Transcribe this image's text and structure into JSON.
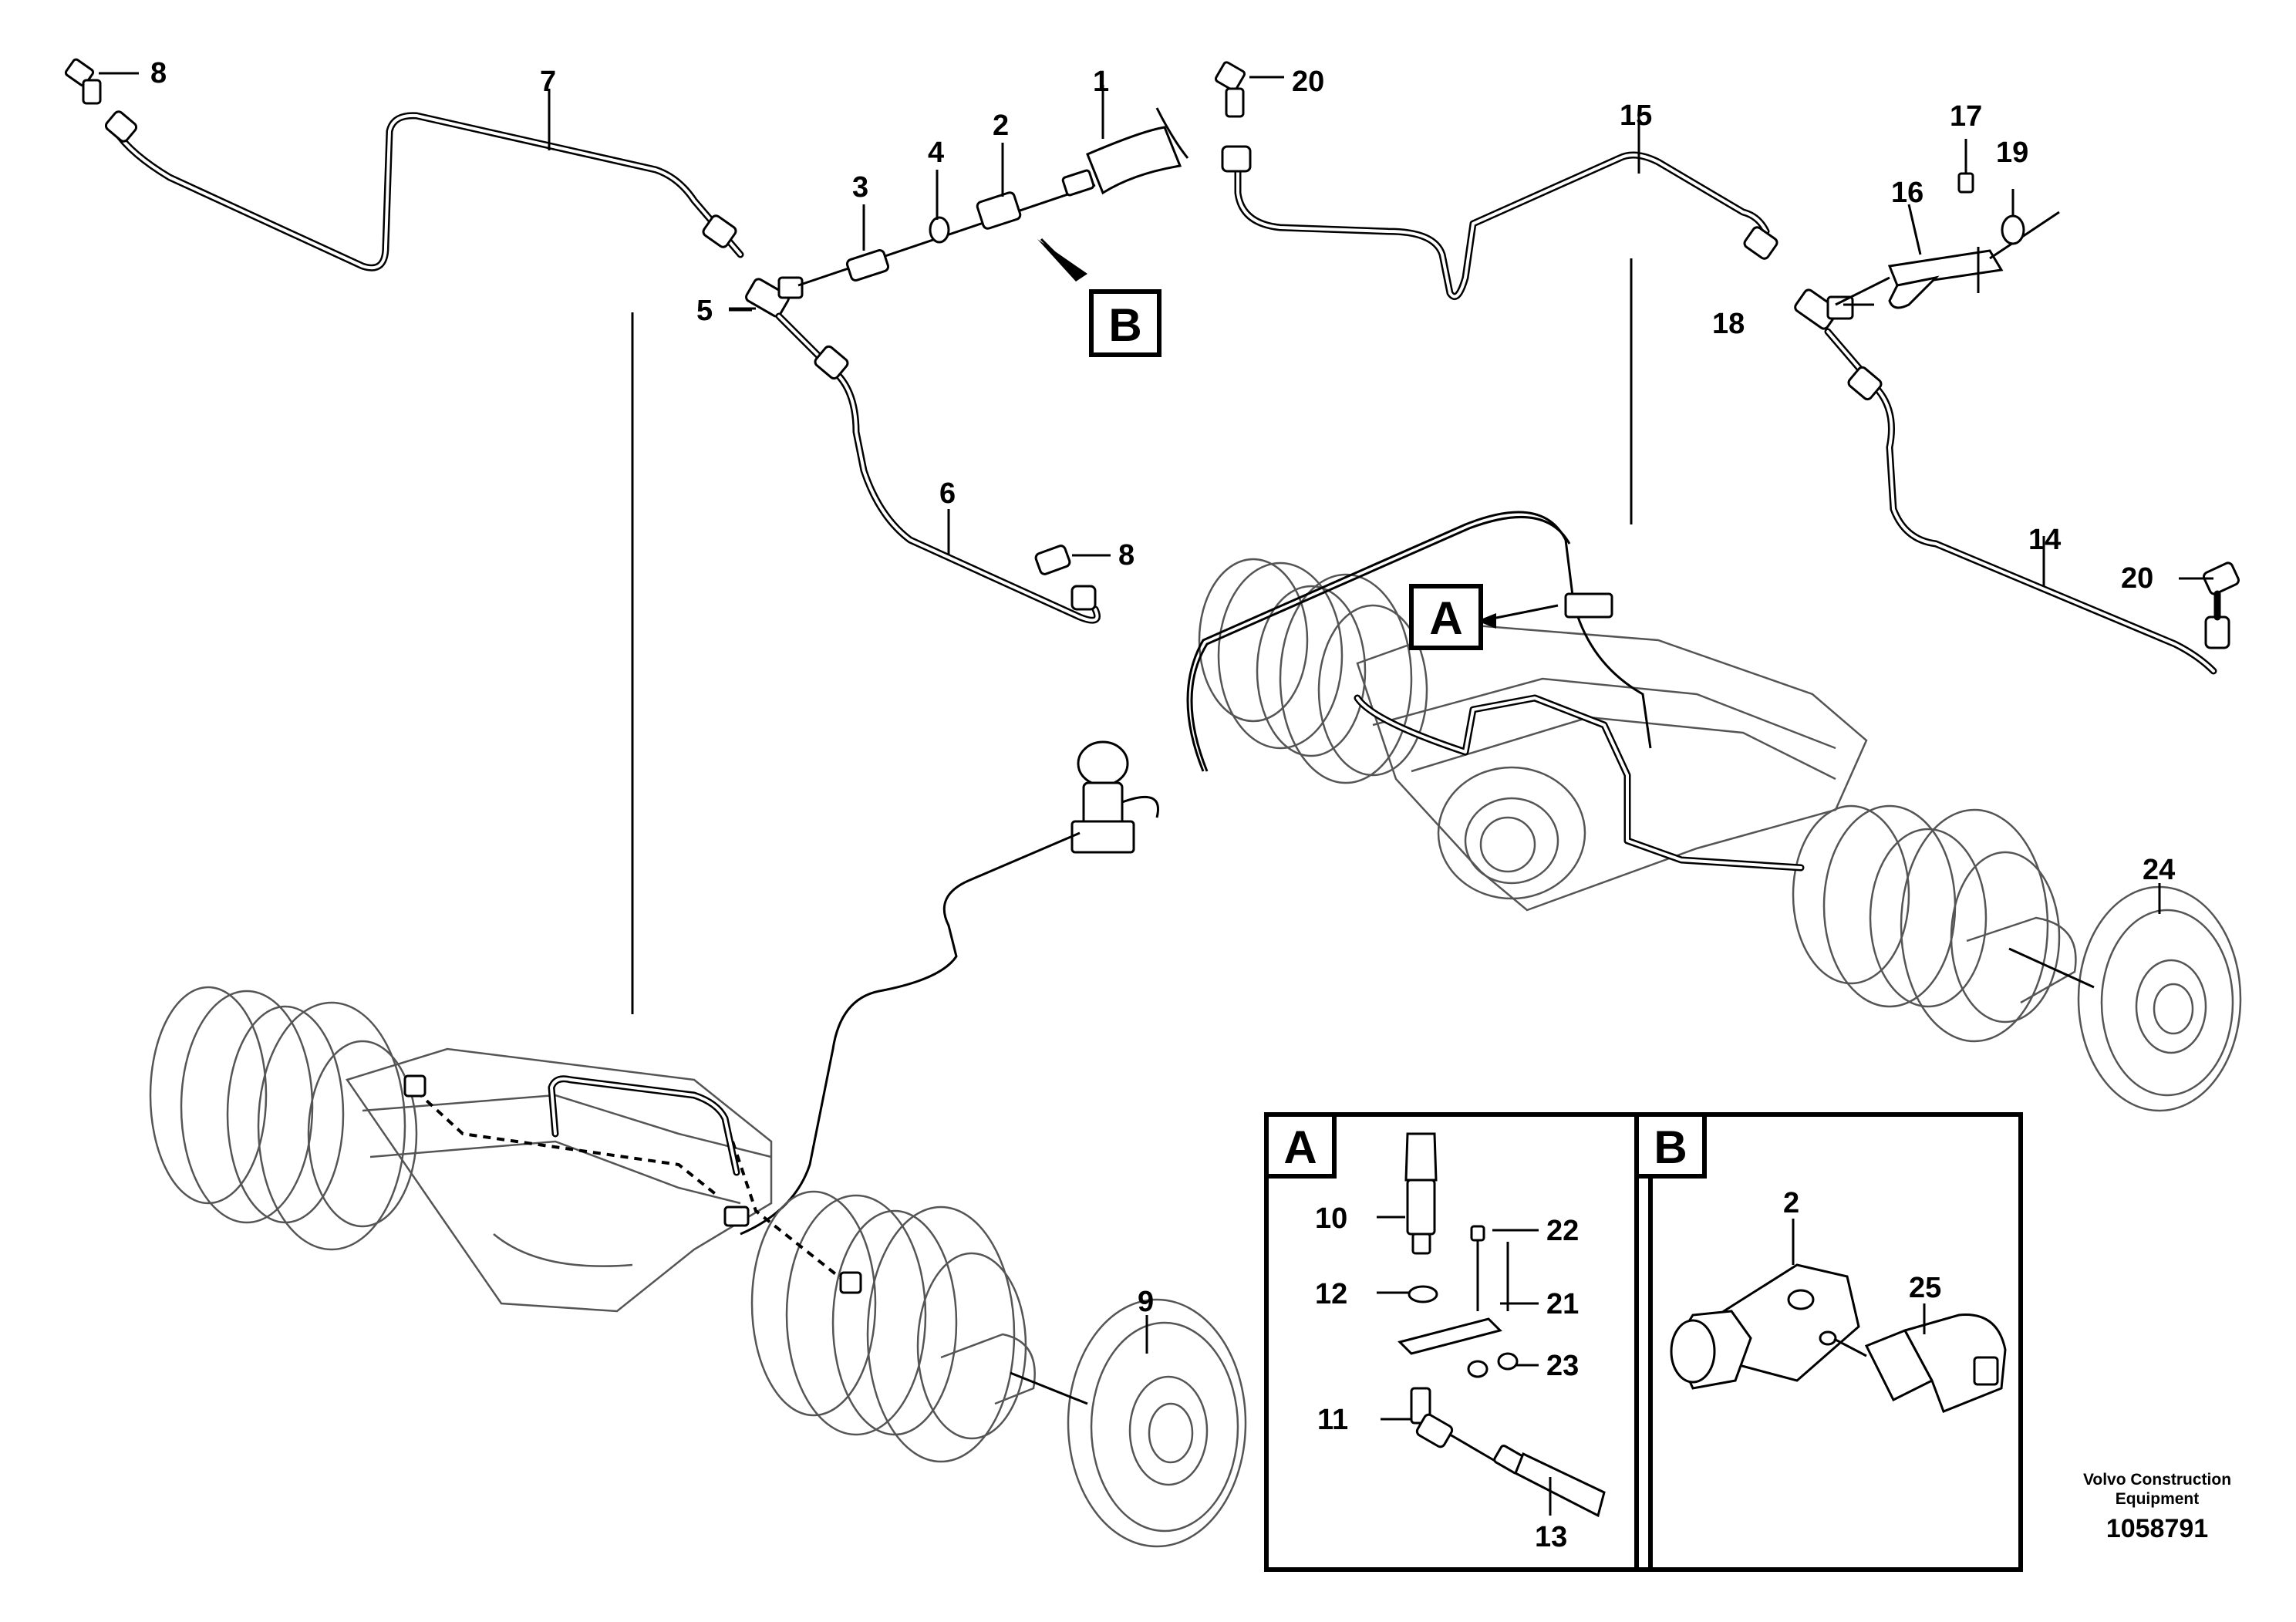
{
  "callouts": {
    "c1": "1",
    "c2": "2",
    "c3": "3",
    "c4": "4",
    "c5": "5",
    "c6": "6",
    "c7": "7",
    "c8a": "8",
    "c8b": "8",
    "c9": "9",
    "c10": "10",
    "c11": "11",
    "c12": "12",
    "c13": "13",
    "c14": "14",
    "c15": "15",
    "c16": "16",
    "c17": "17",
    "c18": "18",
    "c19": "19",
    "c20a": "20",
    "c20b": "20",
    "c21": "21",
    "c22": "22",
    "c23": "23",
    "c24": "24",
    "c25": "25",
    "c2b": "2"
  },
  "markers": {
    "a_main": "A",
    "b_main": "B",
    "a_detail": "A",
    "b_detail": "B"
  },
  "footer": {
    "brand_line1": "Volvo Construction",
    "brand_line2": "Equipment",
    "drawing_number": "1058791"
  }
}
